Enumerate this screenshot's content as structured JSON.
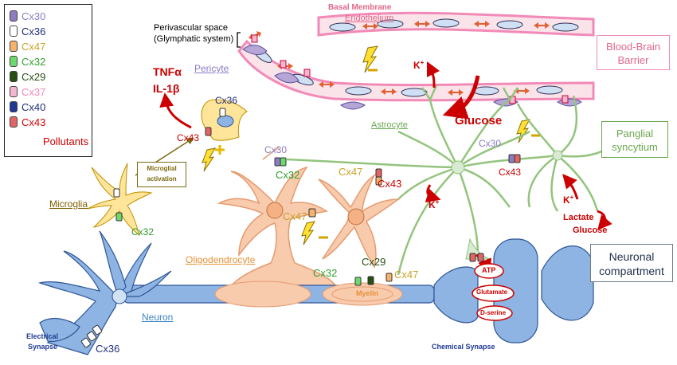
{
  "legend": {
    "items": [
      {
        "label": "Cx30",
        "color": "#8e7cc3",
        "text_color": "#8e7cc3"
      },
      {
        "label": "Cx36",
        "color": "#ffffff",
        "text_color": "#1f2f7a"
      },
      {
        "label": "Cx47",
        "color": "#f6b26b",
        "text_color": "#c9a227"
      },
      {
        "label": "Cx32",
        "color": "#6dd96d",
        "text_color": "#2e9e2e"
      },
      {
        "label": "Cx29",
        "color": "#274e13",
        "text_color": "#274e13"
      },
      {
        "label": "Cx37",
        "color": "#f4b6d0",
        "text_color": "#f28ab8"
      },
      {
        "label": "Cx40",
        "color": "#1f3a93",
        "text_color": "#1f2f7a"
      },
      {
        "label": "Cx43",
        "color": "#e06666",
        "text_color": "#cc0000"
      }
    ],
    "pollutants_label": "Pollutants"
  },
  "labels": {
    "basal_membrane": "Basal Membrane",
    "endothelium": "Endothelium",
    "perivascular_space": "Perivascular space",
    "glymphatic_system": "(Glymphatic system)",
    "pericyte": "Pericyte",
    "bbb_line1": "Blood-Brain",
    "bbb_line2": "Barrier",
    "tnf": "TNFα",
    "il1b": "IL-1β",
    "cx36_microglia_act": "Cx36",
    "cx43_microglia_act": "Cx43",
    "microglial_activation_1": "Microglial",
    "microglial_activation_2": "activation",
    "microglia": "Microglia",
    "cx32_microglia": "Cx32",
    "astrocyte": "Astrocyte",
    "glucose": "Glucose",
    "k_plus_top": "K",
    "k_plus_mid": "K",
    "k_plus_right": "K",
    "plus_sign": "+",
    "panglial_1": "Panglial",
    "panglial_2": "syncytium",
    "cx30_astro_left": "Cx30",
    "cx32_oligo": "Cx32",
    "cx47_oligo_top": "Cx47",
    "cx43_astro_mid": "Cx43",
    "cx47_oligo_mid": "Cx47",
    "cx30_astro_right": "Cx30",
    "cx43_astro_right": "Cx43",
    "lactate": "Lactate",
    "glucose_right": "Glucose",
    "oligodendrocyte": "Oligodendrocyte",
    "cx32_myelin": "Cx32",
    "cx29_myelin": "Cx29",
    "cx47_myelin": "Cx47",
    "myelin": "Myelin",
    "atp": "ATP",
    "glutamate": "Glutamate",
    "dserine": "D-serine",
    "neuronal_1": "Neuronal",
    "neuronal_2": "compartment",
    "neuron": "Neuron",
    "electrical_1": "Electrical",
    "electrical_2": "Synapse",
    "cx36_neuron": "Cx36",
    "chemical_synapse": "Chemical Synapse"
  },
  "colors": {
    "vessel_pink": "#f2a6b8",
    "vessel_fill": "#fbe3ea",
    "endothelial_cell": "#cfe0f5",
    "neuron_blue": "#8eb4e3",
    "oligo_peach": "#f8cbad",
    "astro_green": "#b6d7a8",
    "microglia_yellow": "#ffe599",
    "red": "#cc0000",
    "orange_arrow": "#e06030",
    "box_gray": "#6d7b8d"
  }
}
